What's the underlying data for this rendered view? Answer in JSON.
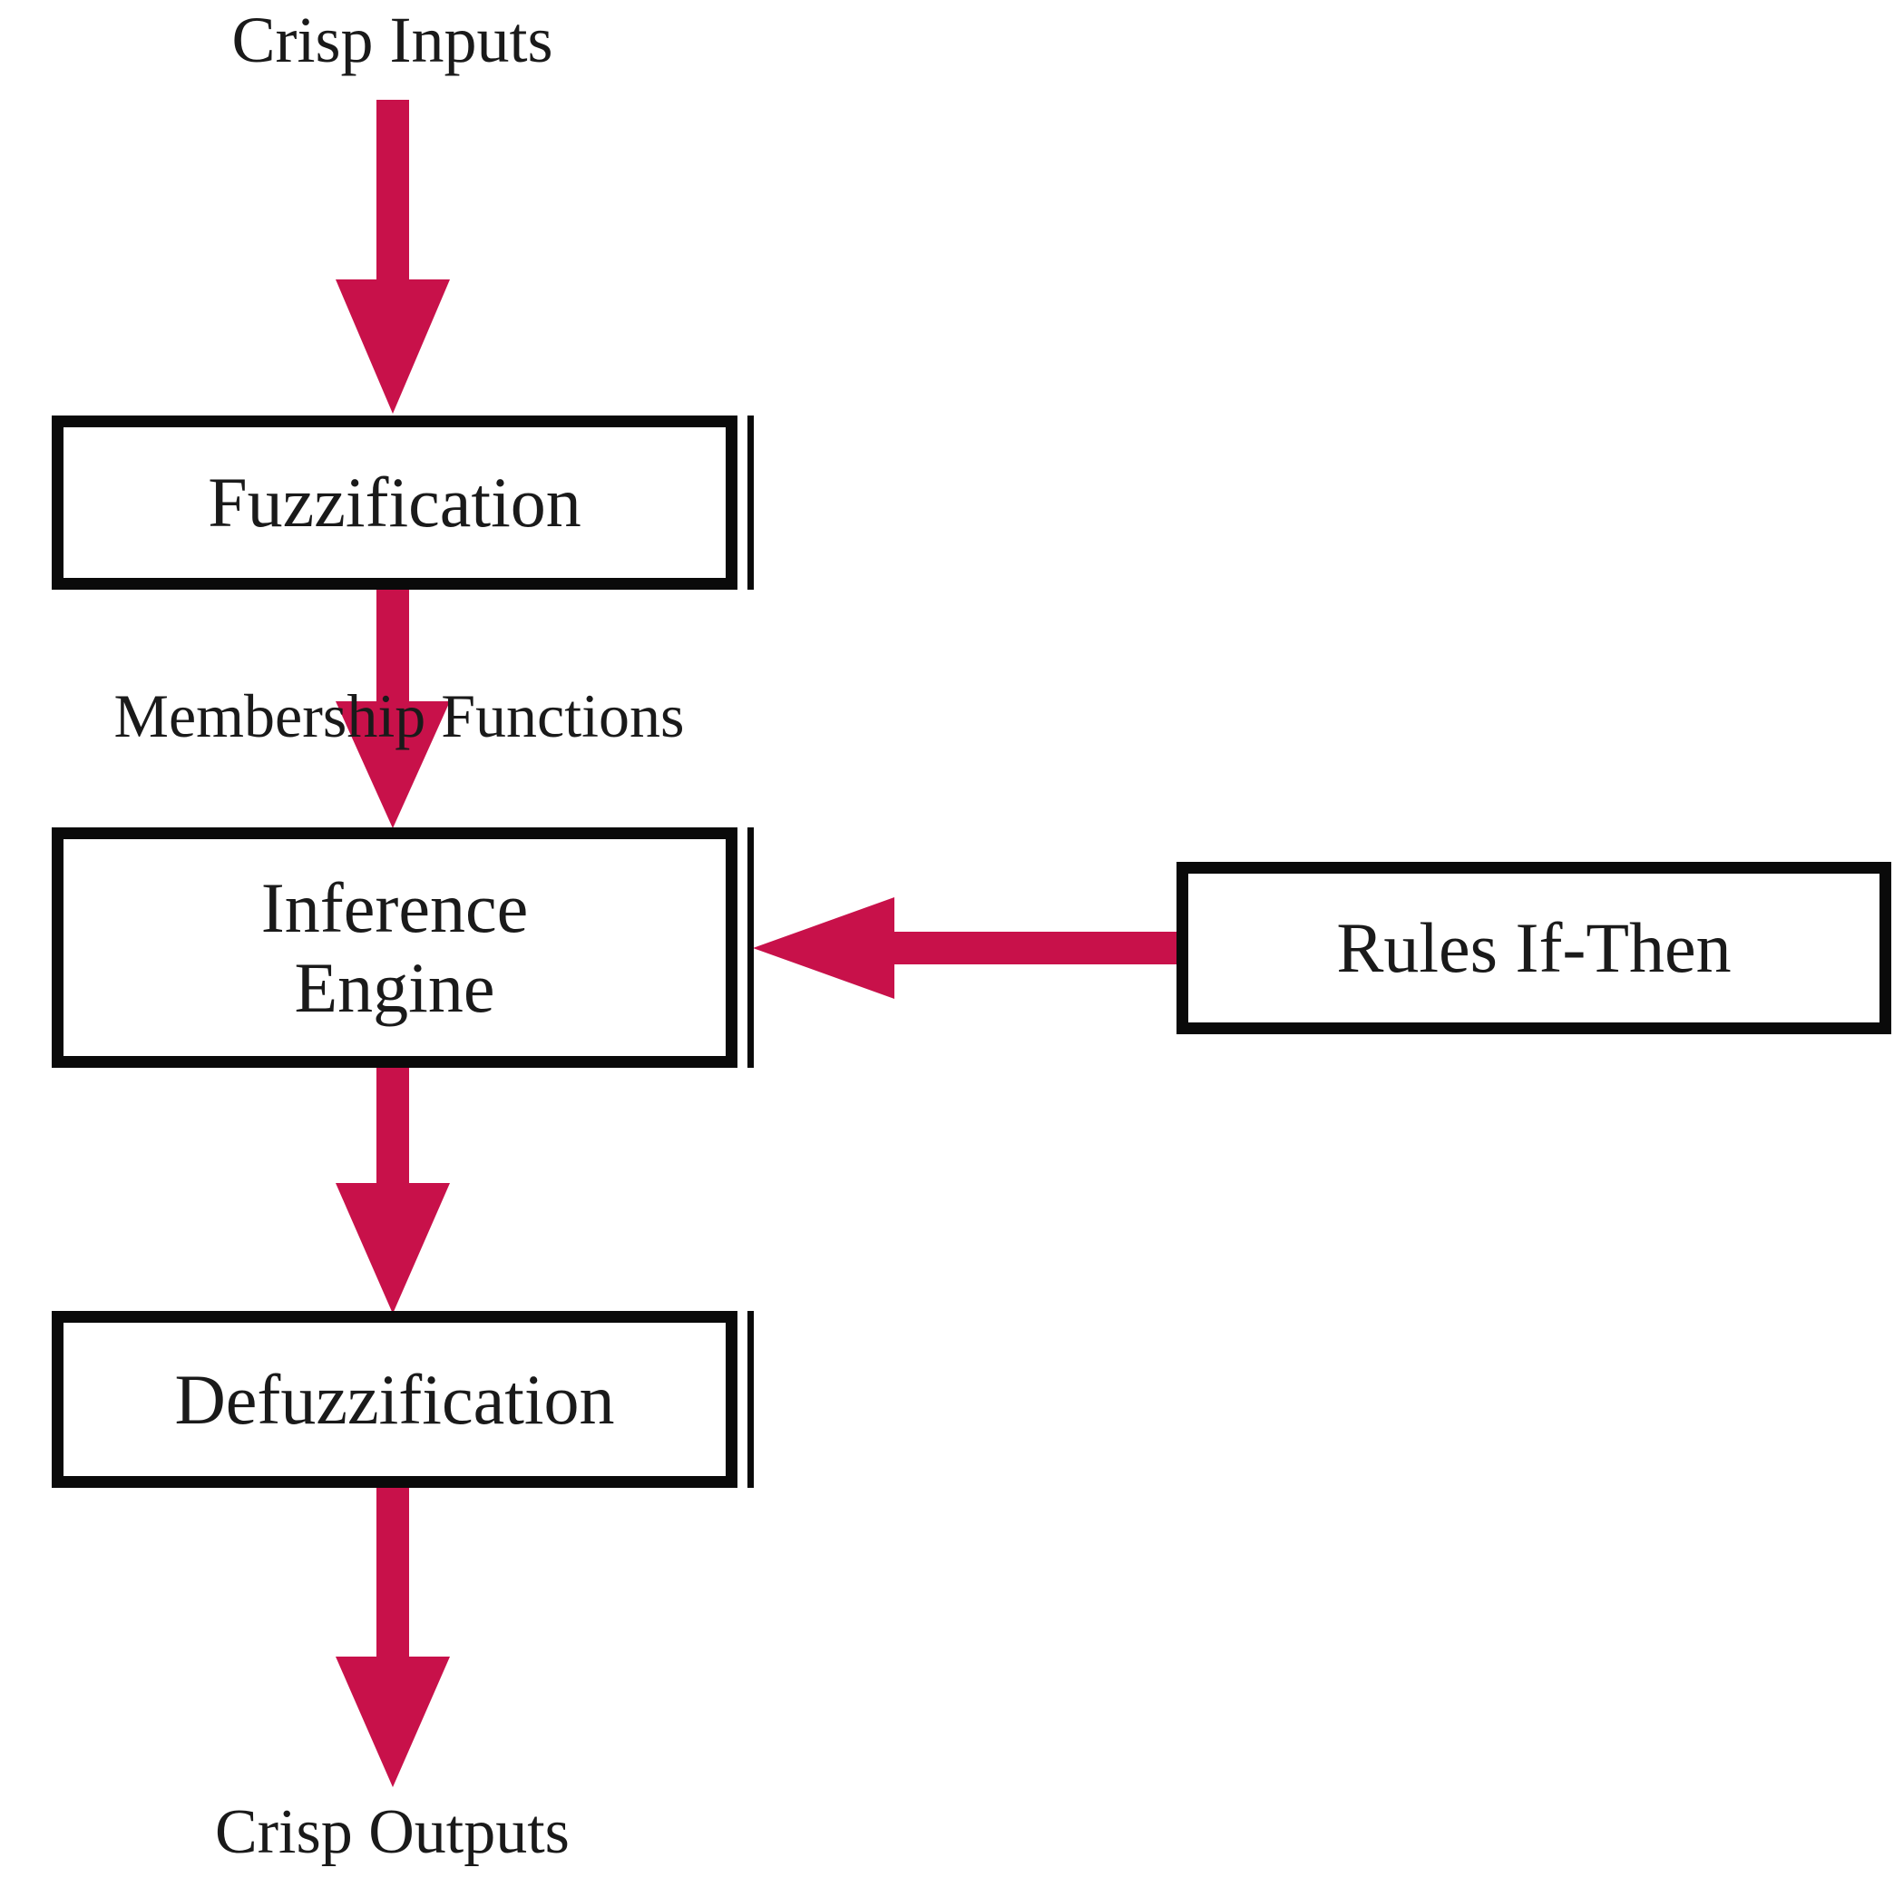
{
  "diagram": {
    "title": "Fuzzy Logic System Block Diagram",
    "colors": {
      "arrow": "#C8114A",
      "box_border": "#0A0A0A",
      "box_fill": "#FFFFFF",
      "text": "#1A1A1A",
      "background": "#FFFFFF"
    },
    "labels": {
      "crisp_inputs": "Crisp Inputs",
      "membership_functions": "Membership Functions",
      "crisp_outputs": "Crisp Outputs"
    },
    "boxes": [
      {
        "id": "fuzzification",
        "label": "Fuzzification"
      },
      {
        "id": "inference",
        "label": "Inference\nEngine"
      },
      {
        "id": "defuzzification",
        "label": "Defuzzification"
      },
      {
        "id": "rules",
        "label": "Rules If-Then"
      }
    ],
    "arrows": [
      {
        "id": "inputs-to-fuzzification",
        "from": "Crisp Inputs",
        "to": "Fuzzification",
        "direction": "down",
        "label": ""
      },
      {
        "id": "fuzzification-to-inference",
        "from": "Fuzzification",
        "to": "Inference Engine",
        "direction": "down",
        "label": "Membership Functions"
      },
      {
        "id": "inference-to-defuzzification",
        "from": "Inference Engine",
        "to": "Defuzzification",
        "direction": "down",
        "label": ""
      },
      {
        "id": "defuzzification-to-outputs",
        "from": "Defuzzification",
        "to": "Crisp Outputs",
        "direction": "down",
        "label": ""
      },
      {
        "id": "rules-to-inference",
        "from": "Rules If-Then",
        "to": "Inference Engine",
        "direction": "left",
        "label": ""
      }
    ]
  }
}
